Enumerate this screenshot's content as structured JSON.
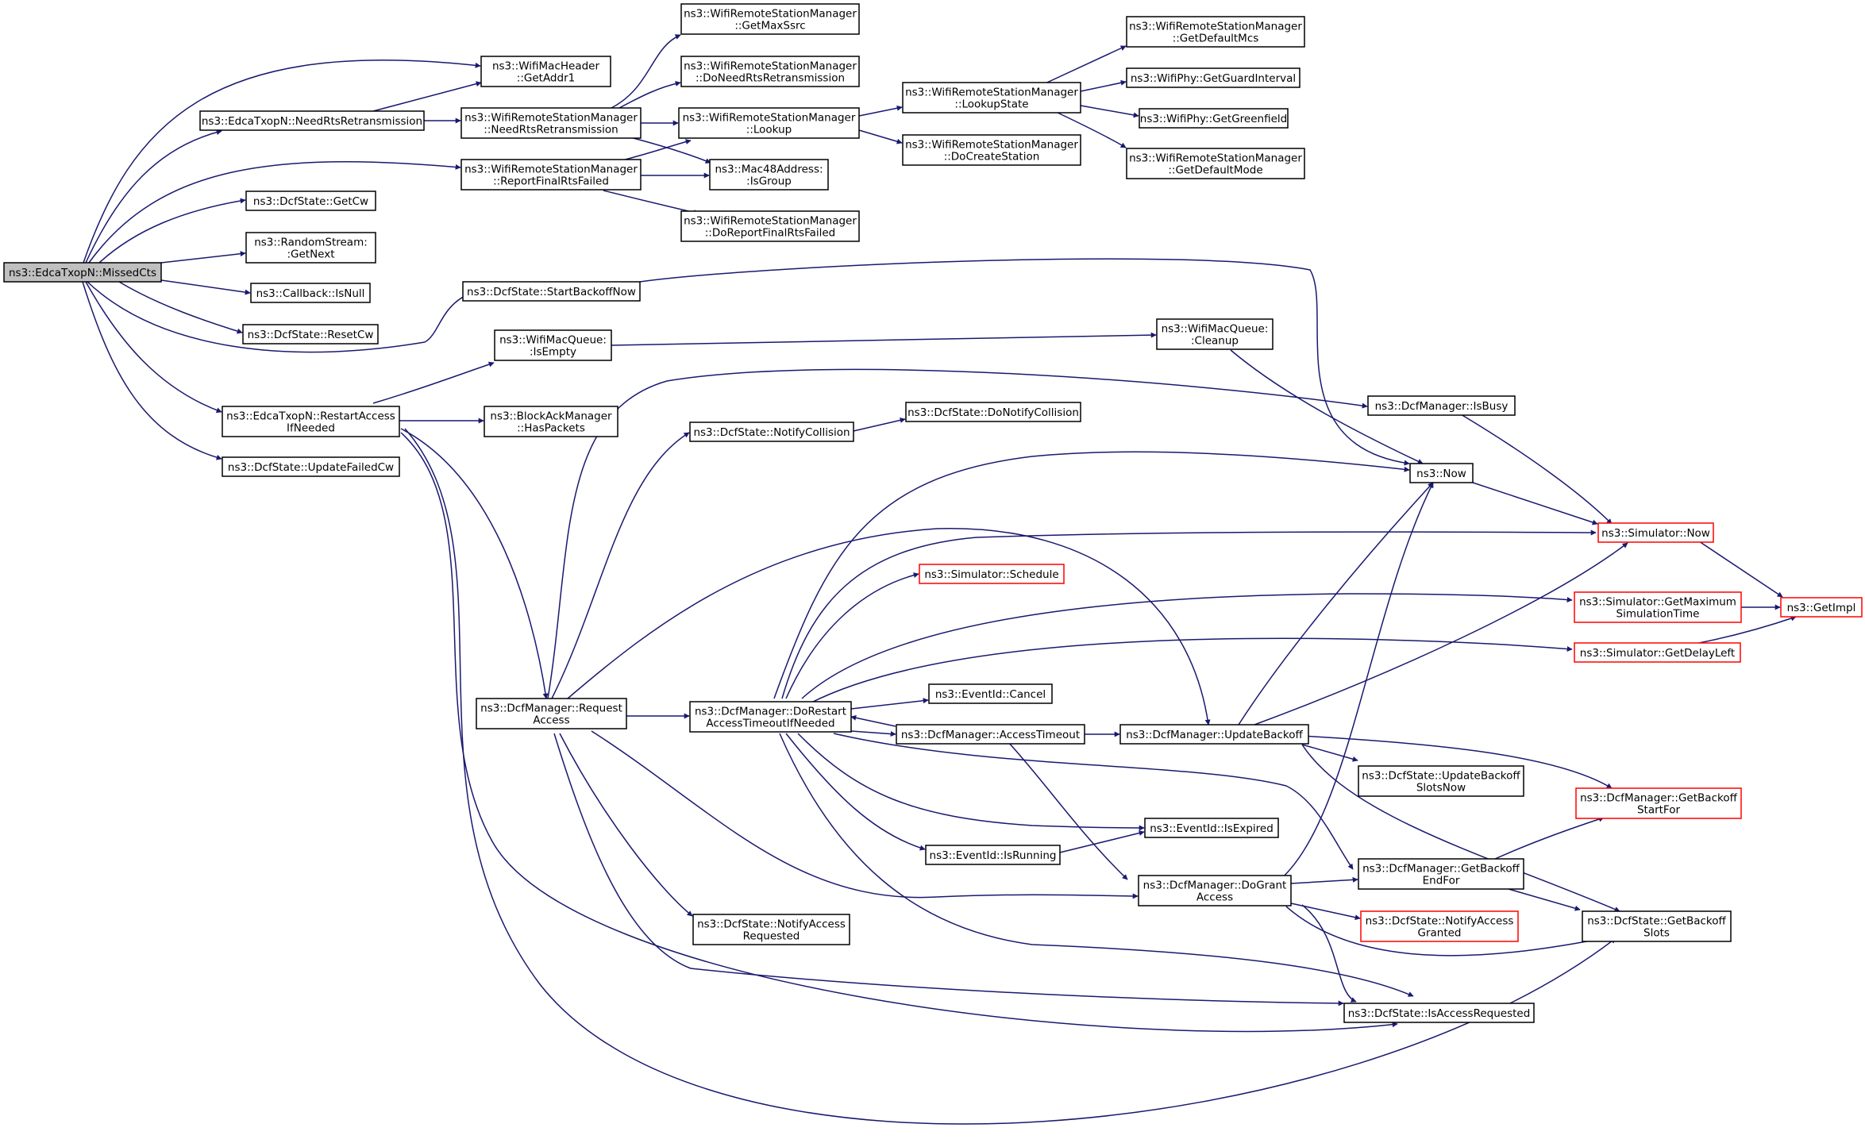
{
  "colors": {
    "edge": "#191970",
    "node_border": "#000000",
    "node_border_truncated": "#ff0000",
    "root_fill": "#bfbfbf"
  },
  "nodes": {
    "missedcts": {
      "lines": [
        "ns3::EdcaTxopN::MissedCts"
      ],
      "root": true
    },
    "needrtsretrans": {
      "lines": [
        "ns3::EdcaTxopN::NeedRtsRetransmission"
      ]
    },
    "getaddr1": {
      "lines": [
        "ns3::WifiMacHeader",
        "::GetAddr1"
      ]
    },
    "wrsm_needrts": {
      "lines": [
        "ns3::WifiRemoteStationManager",
        "::NeedRtsRetransmission"
      ]
    },
    "reportfinalrts": {
      "lines": [
        "ns3::WifiRemoteStationManager",
        "::ReportFinalRtsFailed"
      ]
    },
    "getcw": {
      "lines": [
        "ns3::DcfState::GetCw"
      ]
    },
    "getnext": {
      "lines": [
        "ns3::RandomStream:",
        ":GetNext"
      ]
    },
    "isnull": {
      "lines": [
        "ns3::Callback::IsNull"
      ]
    },
    "resetcw": {
      "lines": [
        "ns3::DcfState::ResetCw"
      ]
    },
    "startbackoffnow": {
      "lines": [
        "ns3::DcfState::StartBackoffNow"
      ]
    },
    "restartaccess": {
      "lines": [
        "ns3::EdcaTxopN::RestartAccess",
        "IfNeeded"
      ]
    },
    "updatefailedcw": {
      "lines": [
        "ns3::DcfState::UpdateFailedCw"
      ]
    },
    "getmaxssrc": {
      "lines": [
        "ns3::WifiRemoteStationManager",
        "::GetMaxSsrc"
      ]
    },
    "doneedrts": {
      "lines": [
        "ns3::WifiRemoteStationManager",
        "::DoNeedRtsRetransmission"
      ]
    },
    "lookup": {
      "lines": [
        "ns3::WifiRemoteStationManager",
        "::Lookup"
      ]
    },
    "isgroup": {
      "lines": [
        "ns3::Mac48Address:",
        ":IsGroup"
      ]
    },
    "doreportfinal": {
      "lines": [
        "ns3::WifiRemoteStationManager",
        "::DoReportFinalRtsFailed"
      ]
    },
    "lookupstate": {
      "lines": [
        "ns3::WifiRemoteStationManager",
        "::LookupState"
      ]
    },
    "docreatestation": {
      "lines": [
        "ns3::WifiRemoteStationManager",
        "::DoCreateStation"
      ]
    },
    "getdefaultmcs": {
      "lines": [
        "ns3::WifiRemoteStationManager",
        "::GetDefaultMcs"
      ]
    },
    "getguardinterval": {
      "lines": [
        "ns3::WifiPhy::GetGuardInterval"
      ]
    },
    "getgreenfield": {
      "lines": [
        "ns3::WifiPhy::GetGreenfield"
      ]
    },
    "getdefaultmode": {
      "lines": [
        "ns3::WifiRemoteStationManager",
        "::GetDefaultMode"
      ]
    },
    "isempty": {
      "lines": [
        "ns3::WifiMacQueue:",
        ":IsEmpty"
      ]
    },
    "haspackets": {
      "lines": [
        "ns3::BlockAckManager",
        "::HasPackets"
      ]
    },
    "cleanup": {
      "lines": [
        "ns3::WifiMacQueue:",
        ":Cleanup"
      ]
    },
    "isbusy": {
      "lines": [
        "ns3::DcfManager::IsBusy"
      ]
    },
    "notifycollision": {
      "lines": [
        "ns3::DcfState::NotifyCollision"
      ]
    },
    "donotifycollision": {
      "lines": [
        "ns3::DcfState::DoNotifyCollision"
      ]
    },
    "now": {
      "lines": [
        "ns3::Now"
      ]
    },
    "simnow": {
      "lines": [
        "ns3::Simulator::Now"
      ],
      "red": true
    },
    "schedule": {
      "lines": [
        "ns3::Simulator::Schedule"
      ],
      "red": true
    },
    "getmaxsimtime": {
      "lines": [
        "ns3::Simulator::GetMaximum",
        "SimulationTime"
      ],
      "red": true
    },
    "getimpl": {
      "lines": [
        "ns3::GetImpl"
      ],
      "red": true
    },
    "getdelayleft": {
      "lines": [
        "ns3::Simulator::GetDelayLeft"
      ],
      "red": true
    },
    "requestaccess": {
      "lines": [
        "ns3::DcfManager::Request",
        "Access"
      ]
    },
    "dorestart": {
      "lines": [
        "ns3::DcfManager::DoRestart",
        "AccessTimeoutIfNeeded"
      ]
    },
    "cancel": {
      "lines": [
        "ns3::EventId::Cancel"
      ]
    },
    "accesstimeout": {
      "lines": [
        "ns3::DcfManager::AccessTimeout"
      ]
    },
    "updatebackoff": {
      "lines": [
        "ns3::DcfManager::UpdateBackoff"
      ]
    },
    "updatebackoffslots": {
      "lines": [
        "ns3::DcfState::UpdateBackoff",
        "SlotsNow"
      ]
    },
    "getbackoffstart": {
      "lines": [
        "ns3::DcfManager::GetBackoff",
        "StartFor"
      ],
      "red": true
    },
    "isexpired": {
      "lines": [
        "ns3::EventId::IsExpired"
      ]
    },
    "isrunning": {
      "lines": [
        "ns3::EventId::IsRunning"
      ]
    },
    "dogrant": {
      "lines": [
        "ns3::DcfManager::DoGrant",
        "Access"
      ]
    },
    "getbackoffend": {
      "lines": [
        "ns3::DcfManager::GetBackoff",
        "EndFor"
      ]
    },
    "notifyaccessgranted": {
      "lines": [
        "ns3::DcfState::NotifyAccess",
        "Granted"
      ],
      "red": true
    },
    "getbackoffslots": {
      "lines": [
        "ns3::DcfState::GetBackoff",
        "Slots"
      ]
    },
    "notifyaccessrequested": {
      "lines": [
        "ns3::DcfState::NotifyAccess",
        "Requested"
      ]
    },
    "isaccessrequested": {
      "lines": [
        "ns3::DcfState::IsAccessRequested"
      ]
    }
  }
}
